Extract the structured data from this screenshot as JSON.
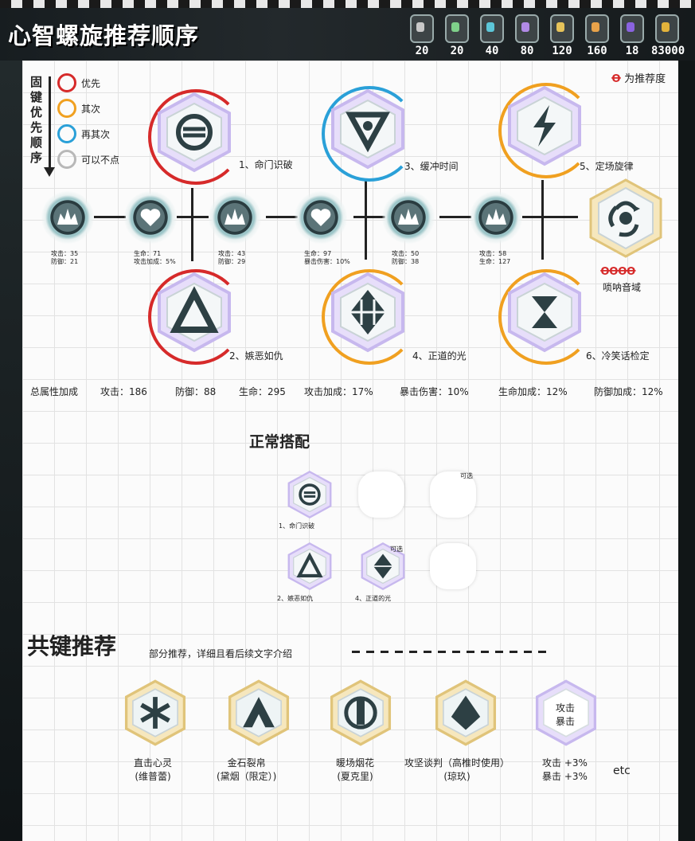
{
  "header": {
    "title": "心智螺旋推荐顺序",
    "materials": [
      {
        "icon": "gray-capsule-icon",
        "color": "#c8c8c8",
        "value": "20"
      },
      {
        "icon": "green-capsule-icon",
        "color": "#7fd08a",
        "value": "20"
      },
      {
        "icon": "teal-capsule-icon",
        "color": "#5cc6d8",
        "value": "40"
      },
      {
        "icon": "purple-capsule-icon",
        "color": "#b18ae6",
        "value": "80"
      },
      {
        "icon": "gold-capsule-icon",
        "color": "#e6c35a",
        "value": "120"
      },
      {
        "icon": "orange-capsule-icon",
        "color": "#e8a24a",
        "value": "160"
      },
      {
        "icon": "violet-cube-icon",
        "color": "#8a63e0",
        "value": "18"
      },
      {
        "icon": "gold-bar-icon",
        "color": "#e3b33b",
        "value": "83000"
      }
    ]
  },
  "legend": {
    "title": "固键优先顺序",
    "items": [
      {
        "color": "#d62a2a",
        "label": "优先"
      },
      {
        "color": "#f0a020",
        "label": "其次"
      },
      {
        "color": "#2aa0d8",
        "label": "再其次"
      },
      {
        "color": "#b8b8b8",
        "label": "可以不点"
      }
    ],
    "recommend_note": "为推荐度"
  },
  "keys": [
    {
      "label": "1、命门识破",
      "ring": "#d62a2a"
    },
    {
      "label": "2、嫉恶如仇",
      "ring": "#d62a2a"
    },
    {
      "label": "3、缓冲时间",
      "ring": "#2aa0d8"
    },
    {
      "label": "4、正道的光",
      "ring": "#f0a020"
    },
    {
      "label": "5、定场旋律",
      "ring": "#f0a020"
    },
    {
      "label": "6、冷笑话检定",
      "ring": "#f0a020"
    }
  ],
  "final_key": {
    "label": "唢呐音域",
    "rating": "ꝊꝊꝊꝊ"
  },
  "nodes": [
    {
      "icon": "attack-burst-icon",
      "stat1": "攻击：35",
      "stat2": "防御：21"
    },
    {
      "icon": "heart-icon",
      "stat1": "生命：71",
      "stat2": "攻击加成：5%"
    },
    {
      "icon": "attack-burst-icon",
      "stat1": "攻击：43",
      "stat2": "防御：29"
    },
    {
      "icon": "heart-icon",
      "stat1": "生命：97",
      "stat2": "暴击伤害：10%"
    },
    {
      "icon": "attack-burst-icon",
      "stat1": "攻击：50",
      "stat2": "防御：38"
    },
    {
      "icon": "attack-burst-icon",
      "stat1": "攻击：58",
      "stat2": "生命：127"
    }
  ],
  "totals": {
    "label": "总属性加成",
    "items": [
      "攻击：186",
      "防御：88",
      "生命：295",
      "攻击加成：17%",
      "暴击伤害：10%",
      "生命加成：12%",
      "防御加成：12%"
    ]
  },
  "normal": {
    "title": "正常搭配",
    "row1_label": "1、命门识破",
    "row2_label1": "2、嫉恶如仇",
    "row2_label2": "4、正道的光",
    "optional": "可选"
  },
  "shared": {
    "title": "共键推荐",
    "subtitle": "部分推荐，详细且看后续文字介绍",
    "items": [
      {
        "name": "直击心灵",
        "sub": "(维普蕾)"
      },
      {
        "name": "金石裂帛",
        "sub": "(黛烟（限定）)"
      },
      {
        "name": "暖场烟花",
        "sub": "(夏克里)"
      },
      {
        "name": "攻坚谈判（高椎时使用）",
        "sub": "(琼玖)"
      }
    ],
    "generic_card": {
      "line1": "攻击",
      "line2": "暴击"
    },
    "generic_bonus": {
      "line1": "攻击 +3%",
      "line2": "暴击 +3%"
    },
    "etc": "etc"
  }
}
